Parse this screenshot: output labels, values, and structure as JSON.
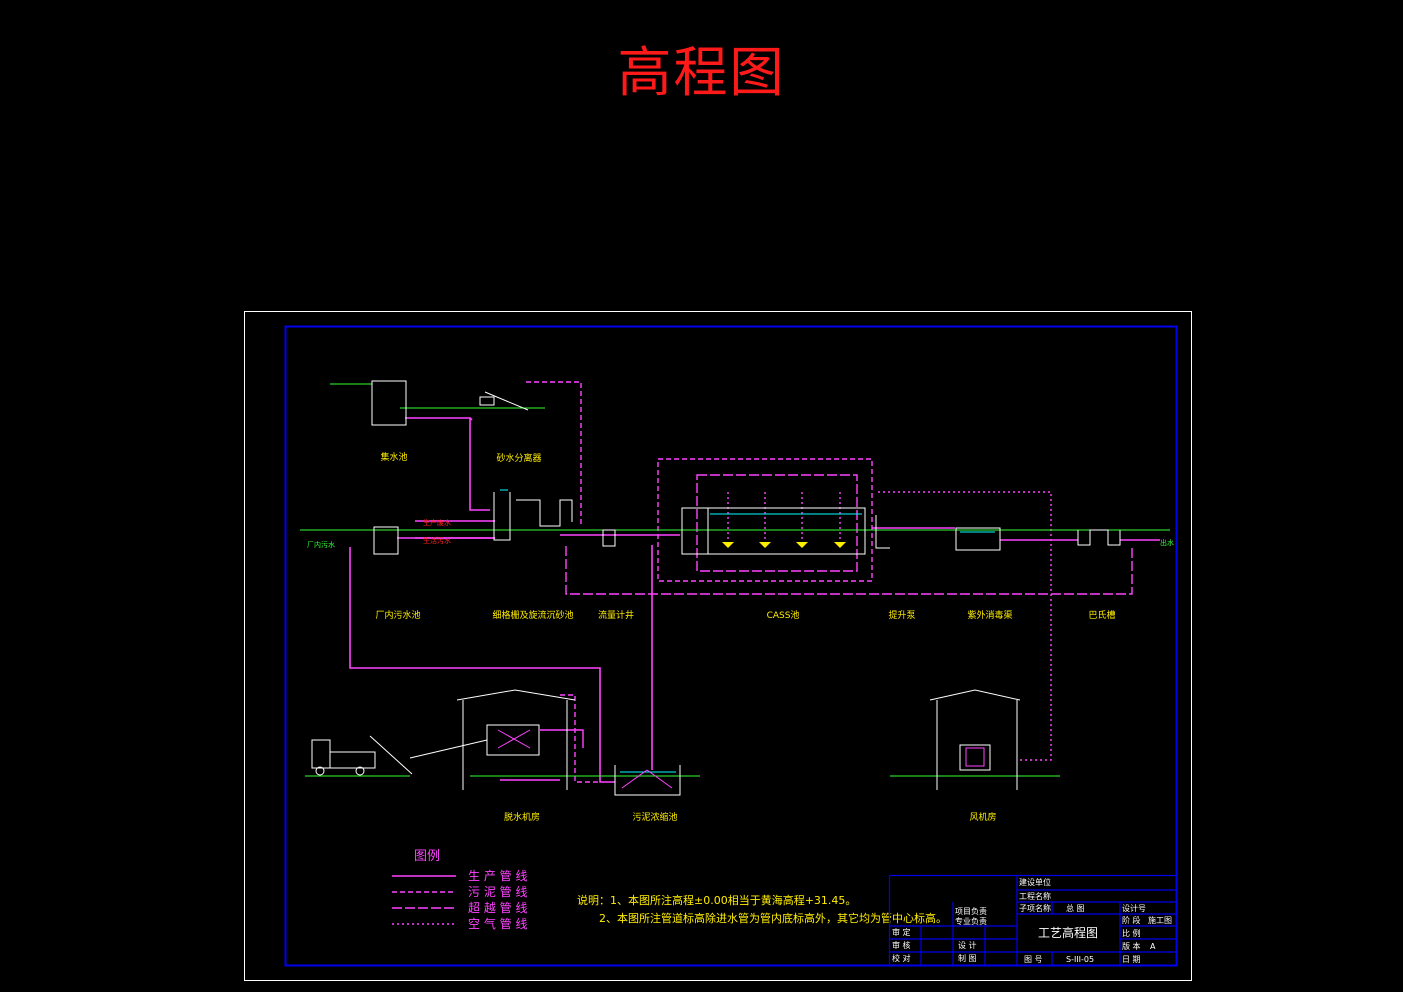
{
  "title": "高程图",
  "labels": {
    "collection_pool": "集水池",
    "sand_water_separator": "砂水分离器",
    "plant_sewage_pool": "厂内污水池",
    "grit_chamber": "细格栅及旋流沉砂池",
    "flow_well": "流量计井",
    "cass": "CASS池",
    "lift_pump": "提升泵",
    "uv_channel": "紫外消毒渠",
    "outfall": "巴氏槽",
    "dewatering_room": "脱水机房",
    "sludge_thickener": "污泥浓缩池",
    "blower_room": "风机房",
    "plant_inlet": "厂内污水",
    "effluent": "出水",
    "production_water": "生产废水",
    "domestic_water": "生活污水"
  },
  "legend": {
    "title": "图例",
    "items": [
      {
        "label": "生 产 管 线",
        "color": "#ff44ff",
        "dash": ""
      },
      {
        "label": "污 泥 管 线",
        "color": "#ff44ff",
        "dash": "5,3"
      },
      {
        "label": "超 越 管 线",
        "color": "#ff44ff",
        "dash": "10,3"
      },
      {
        "label": "空 气 管 线",
        "color": "#ff44ff",
        "dash": "2,3"
      }
    ]
  },
  "notes": {
    "line1": "说明：1、本图所注高程±0.00相当于黄海高程+31.45。",
    "line2": "2、本图所注管道标高除进水管为管内底标高外，其它均为管中心标高。"
  },
  "title_block": {
    "unit": "建设单位",
    "project": "工程名称",
    "subproject": "子项名称",
    "subproject_value": "总 图",
    "design_no": "设计号",
    "project_leader": "项目负责",
    "discipline_leader": "专业负责",
    "designer": "设 计",
    "drafter": "制 图",
    "approve": "审 定",
    "review": "审 核",
    "check": "校 对",
    "drawing_title": "工艺高程图",
    "phase": "阶 段",
    "phase_value": "施工图",
    "scale": "比 例",
    "version": "版 本",
    "version_value": "A",
    "drawing_no_label": "图 号",
    "drawing_no": "S-III-05",
    "date": "日 期"
  },
  "colors": {
    "frame": "#ffffff",
    "border": "#0000ee",
    "pipe": "#ff44ff",
    "structure": "#ffffff",
    "dim": "#33ff33",
    "accent": "#ffee00",
    "cyan": "#00ffff",
    "title": "#ff1a1a"
  }
}
